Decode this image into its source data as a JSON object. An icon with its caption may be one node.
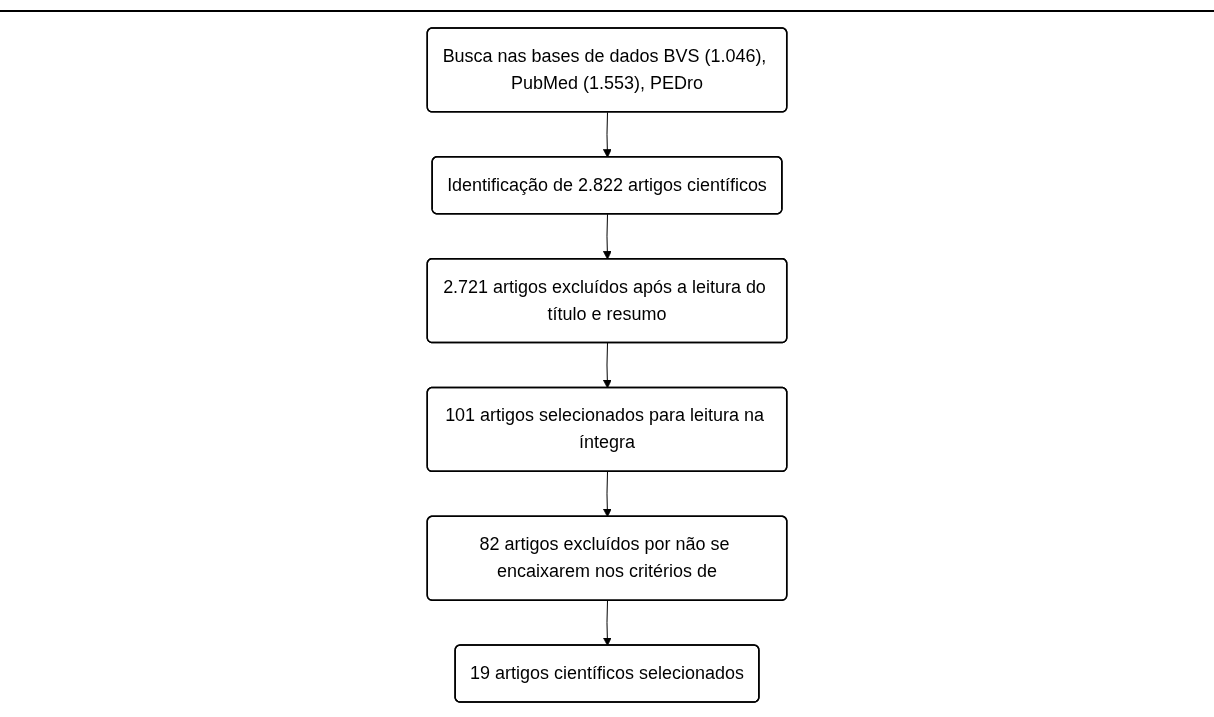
{
  "diagram": {
    "nodes": [
      {
        "text": [
          "Busca nas bases de dados BVS (1.046), PubMed (1.553), PEDro"
        ]
      },
      {
        "text": [
          "Identificação de 2.822 artigos científicos"
        ]
      },
      {
        "text": [
          "2.721 artigos excluídos após a leitura do título e resumo"
        ]
      },
      {
        "text": [
          "101 artigos selecionados para leitura na íntegra"
        ]
      },
      {
        "text": [
          "82 artigos excluídos por não se encaixarem nos critérios de"
        ]
      },
      {
        "text": [
          "19 artigos científicos selecionados"
        ]
      }
    ],
    "edges": [
      {
        "from": 0,
        "to": 1,
        "arrow": "to"
      },
      {
        "from": 1,
        "to": 2,
        "arrow": "to"
      },
      {
        "from": 2,
        "to": 3,
        "arrow": "to"
      },
      {
        "from": 3,
        "to": 4,
        "arrow": "to"
      },
      {
        "from": 4,
        "to": 5,
        "arrow": "to"
      }
    ]
  }
}
